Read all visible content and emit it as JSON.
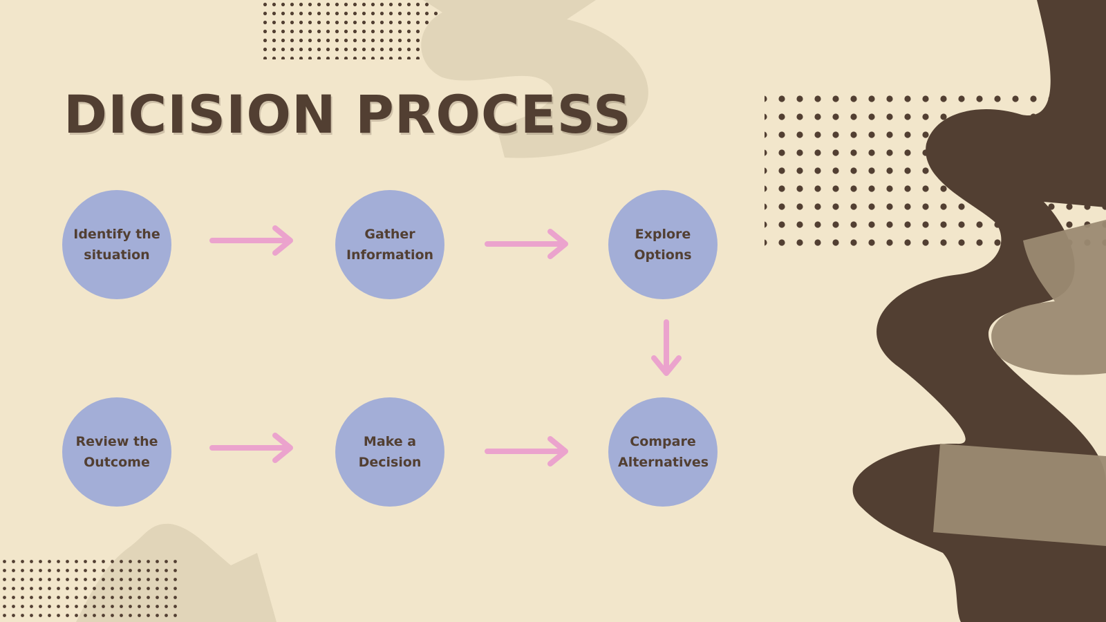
{
  "title": "DICISION PROCESS",
  "colors": {
    "background": "#f2e6cb",
    "title": "#523f32",
    "node_fill": "#a3aed7",
    "node_text": "#523f32",
    "arrow": "#eba3cd",
    "dark_shape": "#523f32",
    "mid_shape": "#9b8a72",
    "light_shape": "#e1d5b9"
  },
  "steps": [
    {
      "label": "Identify the situation"
    },
    {
      "label": "Gather Information"
    },
    {
      "label": "Explore Options"
    },
    {
      "label": "Compare Alternatives"
    },
    {
      "label": "Make a Decision"
    },
    {
      "label": "Review the Outcome"
    }
  ]
}
